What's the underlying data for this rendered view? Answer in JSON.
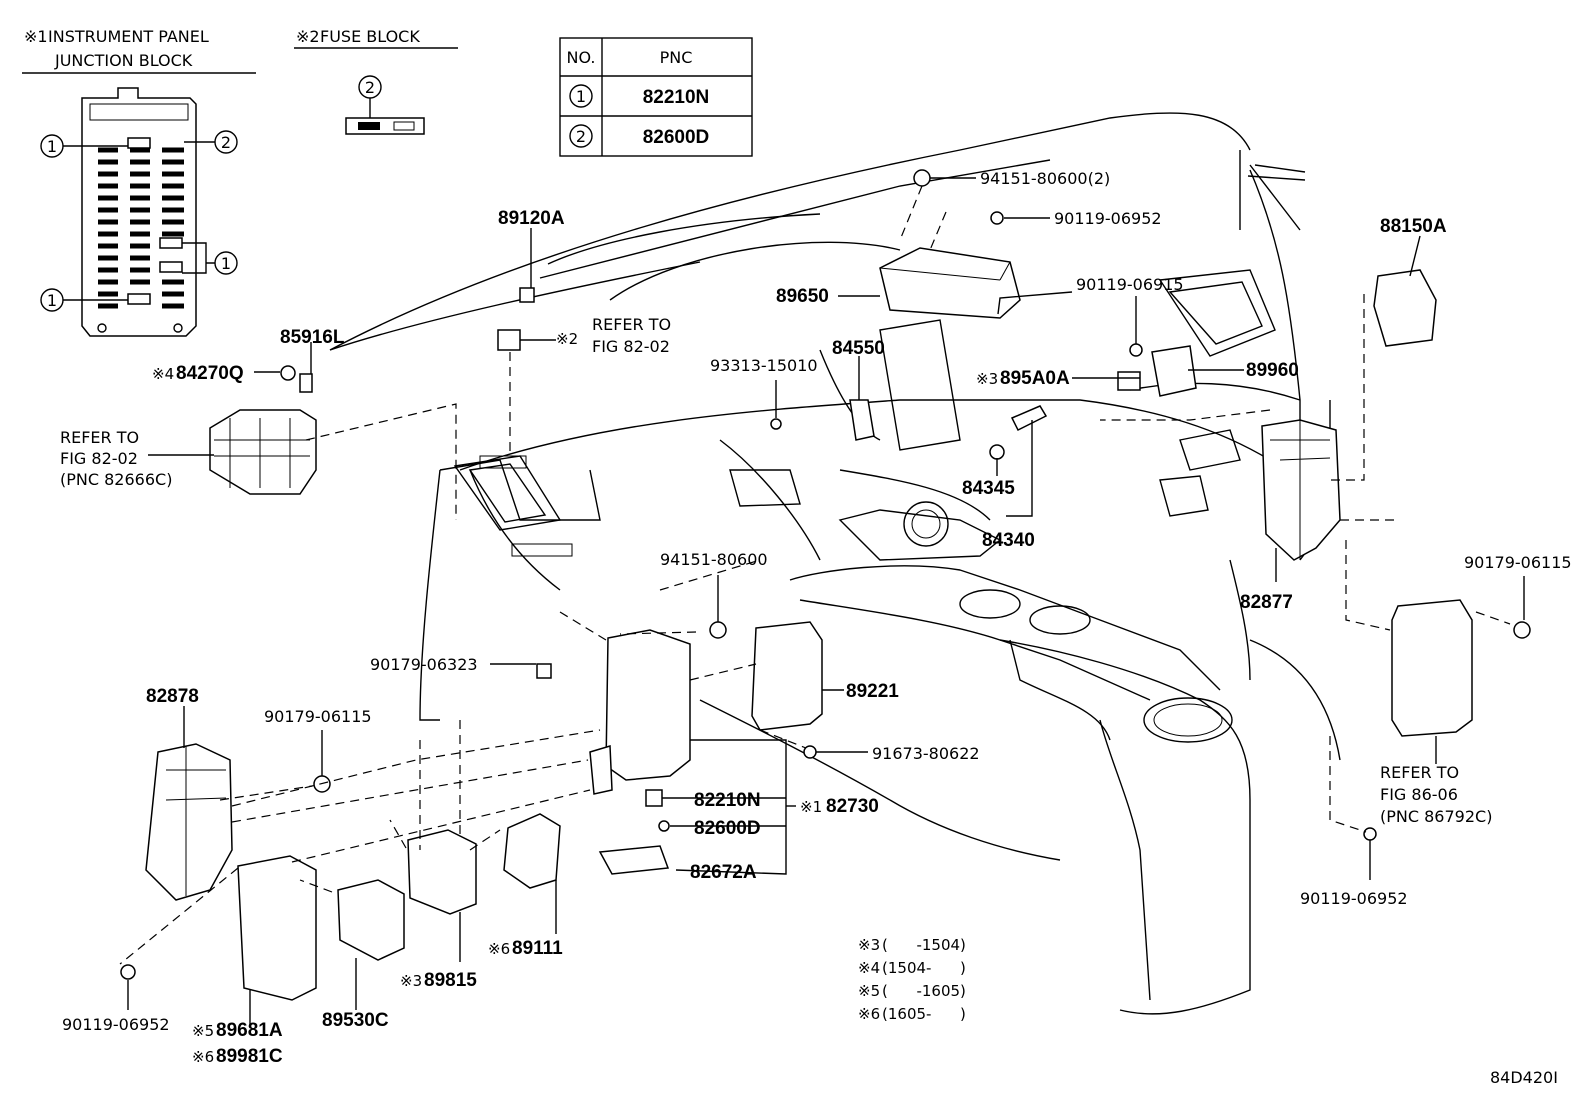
{
  "headers": {
    "ipjb_mark": "※1",
    "ipjb_line1": "INSTRUMENT PANEL",
    "ipjb_line2": "JUNCTION BLOCK",
    "fuse_mark": "※2",
    "fuse_title": "FUSE BLOCK"
  },
  "legend_table": {
    "col_no": "NO.",
    "col_pnc": "PNC",
    "rows": [
      {
        "no": "1",
        "pnc": "82210N"
      },
      {
        "no": "2",
        "pnc": "82600D"
      }
    ]
  },
  "circles": {
    "one": "1",
    "two": "2"
  },
  "parts": {
    "p89120A": "89120A",
    "p85916L": "85916L",
    "p84270Q": "84270Q",
    "p84270Q_mark": "※4",
    "refer_8202_mark": "※2",
    "refer_8202_a": "REFER TO",
    "refer_8202_b": "FIG 82-02",
    "refer_left_a": "REFER TO",
    "refer_left_b": "FIG 82-02",
    "refer_left_c": "(PNC 82666C)",
    "p94151_80600_2": "94151-80600(2)",
    "p90119_06952_top": "90119-06952",
    "p89650": "89650",
    "p90119_06915": "90119-06915",
    "p93313_15010": "93313-15010",
    "p84550": "84550",
    "p895A0A": "895A0A",
    "p895A0A_mark": "※3",
    "p89960": "89960",
    "p88150A": "88150A",
    "p84345": "84345",
    "p84340": "84340",
    "p82877": "82877",
    "p94151_80600": "94151-80600",
    "p90179_06115_right": "90179-06115",
    "p90179_06323": "90179-06323",
    "p89221": "89221",
    "p82878": "82878",
    "p90179_06115_left": "90179-06115",
    "p91673_80622": "91673-80622",
    "p82210N": "82210N",
    "p82600D": "82600D",
    "p82672A": "82672A",
    "p82730": "82730",
    "p82730_mark": "※1",
    "refer_8606_a": "REFER TO",
    "refer_8606_b": "FIG 86-06",
    "refer_8606_c": "(PNC 86792C)",
    "p90119_06952_right": "90119-06952",
    "p90119_06952_left": "90119-06952",
    "p89111": "89111",
    "p89111_mark": "※6",
    "p89815": "89815",
    "p89815_mark": "※3",
    "p89530C": "89530C",
    "p89681A": "89681A",
    "p89681A_mark": "※5",
    "p89981C": "89981C",
    "p89981C_mark": "※6"
  },
  "notes": [
    {
      "mark": "※3",
      "range": "(      -1504)"
    },
    {
      "mark": "※4",
      "range": "(1504-      )"
    },
    {
      "mark": "※5",
      "range": "(      -1605)"
    },
    {
      "mark": "※6",
      "range": "(1605-      )"
    }
  ],
  "figure_code": "84D420I"
}
